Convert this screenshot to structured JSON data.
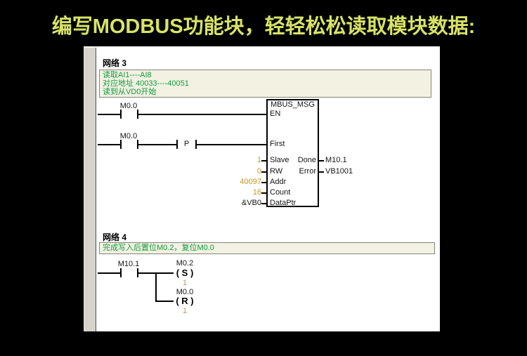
{
  "title": {
    "text": "编写MODBUS功能块，轻轻松松读取模块数据:"
  },
  "colors": {
    "background": "#000000",
    "title_text": "#d8e366",
    "comment_text": "#109c3e",
    "comment_background": "#f2f1e2",
    "constant_value": "#c8961e",
    "coil_count": "#aca254",
    "gutter": "#d6d3ca"
  },
  "editor": {
    "network3": {
      "label": "网络 3",
      "comments": {
        "line1": "读取AI1----AI8",
        "line2": "对应地址 40033----40051",
        "line3": "读到从VD0开始"
      },
      "contact1": "M0.0",
      "contact2": "M0.0",
      "edge_contact": "P",
      "block": {
        "title": "MBUS_MSG",
        "en_label": "EN",
        "first_label": "First",
        "params": [
          {
            "label": "Slave",
            "value": "1"
          },
          {
            "label": "RW",
            "value": "0"
          },
          {
            "label": "Addr",
            "value": "40097"
          },
          {
            "label": "Count",
            "value": "16"
          },
          {
            "label": "DataPtr",
            "value": "&VB0"
          }
        ],
        "outputs": [
          {
            "label": "Done",
            "value": "M10.1"
          },
          {
            "label": "Error",
            "value": "VB1001"
          }
        ]
      }
    },
    "network4": {
      "label": "网络 4",
      "comments": {
        "line1": "完成写入后置位M0.2，复位M0.0"
      },
      "contact": "M10.1",
      "set_coil": {
        "operand": "M0.2",
        "symbol": "( S )",
        "count": "1"
      },
      "reset_coil": {
        "operand": "M0.0",
        "symbol": "( R )",
        "count": "1"
      }
    }
  }
}
